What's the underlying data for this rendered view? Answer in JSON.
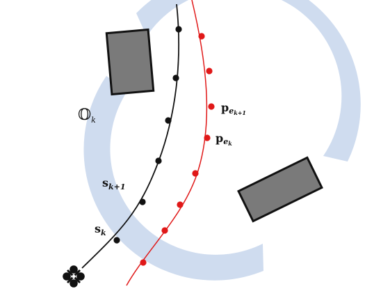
{
  "labels": {
    "region": {
      "symbol": "𝕆",
      "sub": "k"
    },
    "s_k1": {
      "base": "s",
      "sub": "k+1"
    },
    "s_k": {
      "base": "s",
      "sub": "k"
    },
    "p_ek1": {
      "base": "p",
      "sub": "e",
      "subsub": "k+1"
    },
    "p_ek": {
      "base": "p",
      "sub": "e",
      "subsub": "k"
    }
  },
  "colors": {
    "band": "#cfdcef",
    "obstacle_fill": "#7a7a7a",
    "obstacle_stroke": "#111111",
    "black_path": "#111111",
    "red_path": "#e01818"
  }
}
